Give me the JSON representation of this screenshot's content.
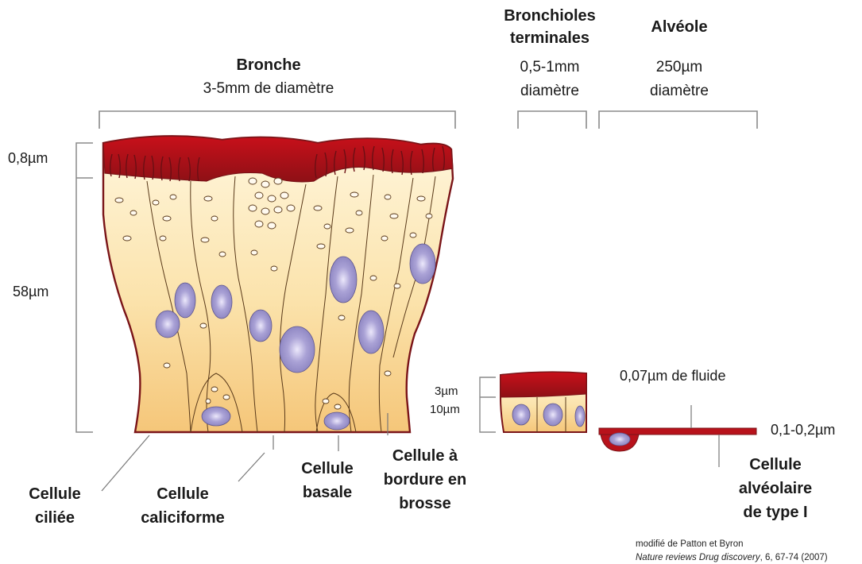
{
  "bronche": {
    "title": "Bronche",
    "diameter": "3-5mm de diamètre"
  },
  "bronchioles": {
    "title_line1": "Bronchioles",
    "title_line2": "terminales",
    "diameter_line1": "0,5-1mm",
    "diameter_line2": "diamètre"
  },
  "alveole": {
    "title": "Alvéole",
    "diameter_line1": "250µm",
    "diameter_line2": "diamètre"
  },
  "measurements": {
    "bronche_mucus": "0,8µm",
    "bronche_epithelium": "58µm",
    "bronchiole_mucus": "3µm",
    "bronchiole_epithelium": "10µm",
    "alveole_fluid": "0,07µm de fluide",
    "alveole_thickness": "0,1-0,2µm"
  },
  "cells": {
    "ciliee": {
      "line1": "Cellule",
      "line2": "ciliée"
    },
    "caliciforme": {
      "line1": "Cellule",
      "line2": "caliciforme"
    },
    "basale": {
      "line1": "Cellule",
      "line2": "basale"
    },
    "bordure": {
      "line1": "Cellule à",
      "line2": "bordure en",
      "line3": "brosse"
    },
    "alveolaire": {
      "line1": "Cellule",
      "line2": "alvéolaire",
      "line3": "de type I"
    }
  },
  "credit": {
    "line1": "modifié de Patton et Byron",
    "journal": "Nature reviews Drug discovery",
    "ref": ", 6, 67-74 (2007)"
  },
  "colors": {
    "mucus": "#b8121b",
    "cytoplasm": "#f7cf86",
    "nucleus": "#9a92c8",
    "outline": "#7a1418",
    "bracket": "#8a8a8a"
  }
}
